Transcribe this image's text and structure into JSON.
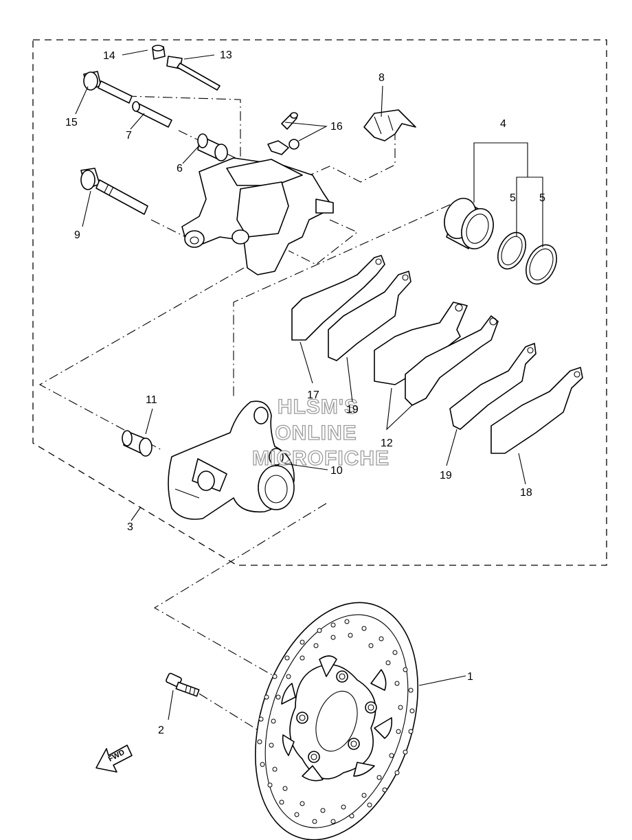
{
  "watermark": {
    "line1": "HLSM'S",
    "line2": "ONLINE",
    "line3": "MICROFICHE"
  },
  "direction_label": "FWD",
  "callouts": {
    "c1": "1",
    "c2": "2",
    "c3": "3",
    "c4": "4",
    "c5a": "5",
    "c5b": "5",
    "c6": "6",
    "c7": "7",
    "c8": "8",
    "c9": "9",
    "c10": "10",
    "c11": "11",
    "c12": "12",
    "c13": "13",
    "c14": "14",
    "c15": "15",
    "c16": "16",
    "c17": "17",
    "c18": "18",
    "c19a": "19",
    "c19b": "19"
  }
}
